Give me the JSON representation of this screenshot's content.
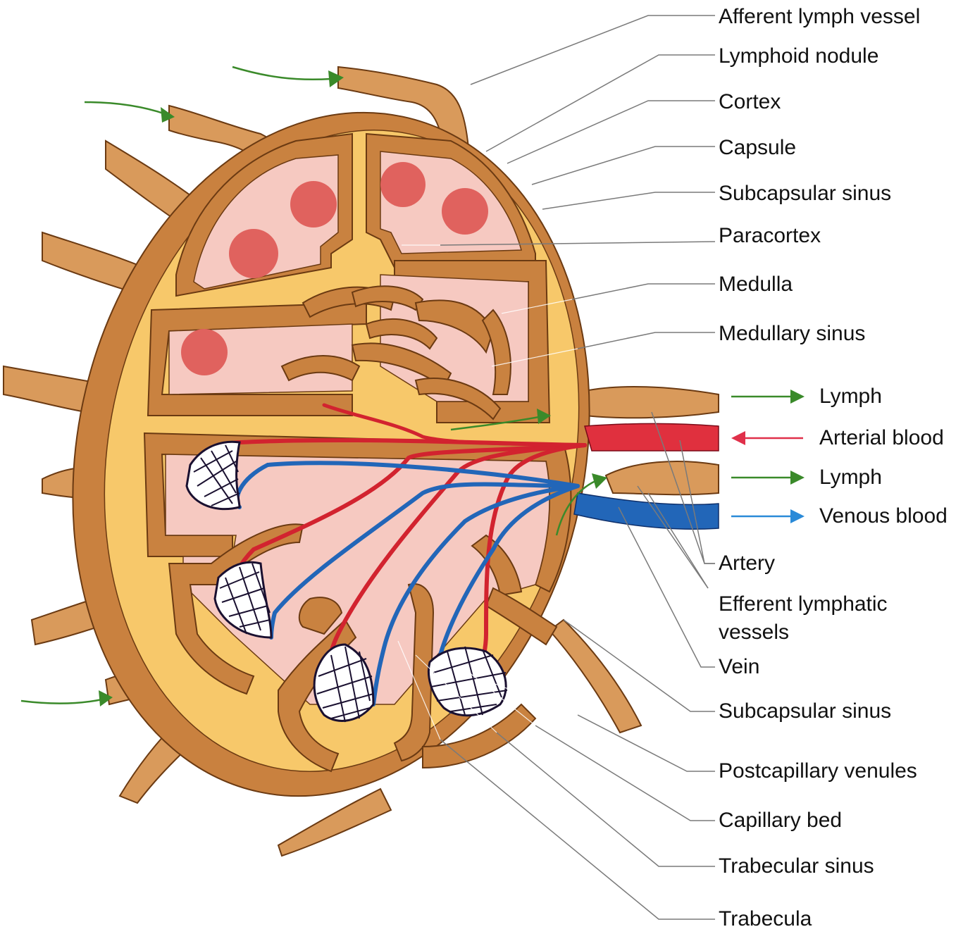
{
  "labels": {
    "afferent_lymph_vessel": "Afferent lymph vessel",
    "lymphoid_nodule": "Lymphoid nodule",
    "cortex": "Cortex",
    "capsule": "Capsule",
    "subcapsular_sinus_top": "Subcapsular sinus",
    "paracortex": "Paracortex",
    "medulla": "Medulla",
    "medullary_sinus": "Medullary sinus",
    "artery": "Artery",
    "efferent_lymphatic_vessels_line1": "Efferent lymphatic",
    "efferent_lymphatic_vessels_line2": "vessels",
    "vein": "Vein",
    "subcapsular_sinus_bottom": "Subcapsular sinus",
    "postcapillary_venules": "Postcapillary venules",
    "capillary_bed": "Capillary bed",
    "trabecular_sinus": "Trabecular sinus",
    "trabecula": "Trabecula"
  },
  "legend": [
    {
      "label": "Lymph",
      "direction": "right",
      "color": "#3a8a2a"
    },
    {
      "label": "Arterial blood",
      "direction": "left",
      "color": "#e0304a"
    },
    {
      "label": "Lymph",
      "direction": "right",
      "color": "#3a8a2a"
    },
    {
      "label": "Venous blood",
      "direction": "right",
      "color": "#2a8ad8"
    }
  ],
  "colors": {
    "capsule": "#c9813f",
    "sinus": "#f7c86a",
    "tissue": "#f6c9c1",
    "nodule": "#e0625e",
    "artery": "#d2232f",
    "vein": "#2266b8",
    "lymph_arrow": "#3a8a2a"
  }
}
